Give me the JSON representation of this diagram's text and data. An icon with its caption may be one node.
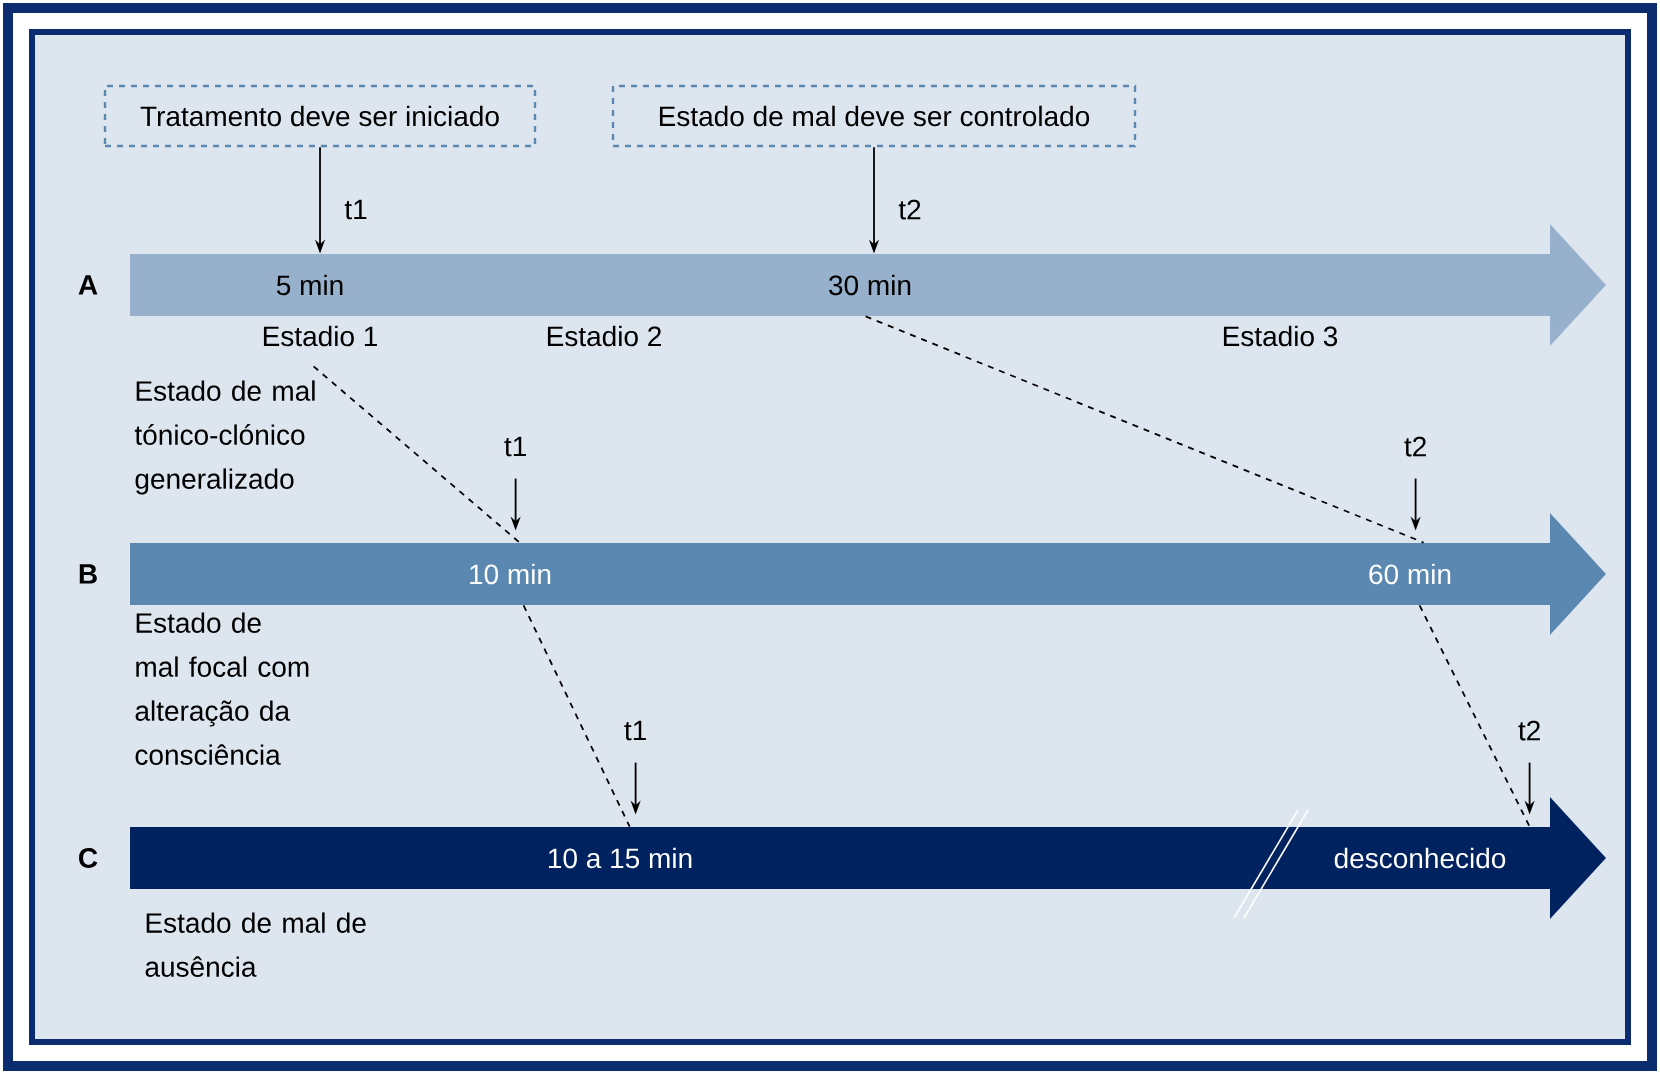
{
  "diagram": {
    "nodes": [
      {
        "text": [
          "Tratamento deve ser iniciado"
        ]
      },
      {
        "text": [
          "Estado de mal deve ser controlado"
        ]
      },
      {
        "text": [
          "5 min",
          "30 min"
        ],
        "beside": [
          "A",
          "Estado de mal tónico-clónico generalizado"
        ]
      },
      {
        "text": [
          "10 min",
          "60 min"
        ],
        "beside": [
          "B",
          "Estado de mal focal com alteração da consciência"
        ]
      },
      {
        "text": [
          "10 a 15 min",
          "desconhecido"
        ],
        "beside": [
          "C",
          "Estado de mal de ausência"
        ]
      }
    ],
    "edges": [
      {
        "from": 0,
        "to": 2,
        "arrow": "to",
        "label": "t1"
      },
      {
        "from": 1,
        "to": 2,
        "arrow": "to",
        "label": "t2"
      },
      {
        "from": 2,
        "to": 3,
        "arrow": "none",
        "style": "dashed"
      },
      {
        "from": 2,
        "to": 3,
        "arrow": "none",
        "style": "dashed"
      },
      {
        "from": 3,
        "to": 4,
        "arrow": "none",
        "style": "dashed"
      },
      {
        "from": 3,
        "to": 4,
        "arrow": "none",
        "style": "dashed"
      },
      {
        "from": null,
        "to": 3,
        "arrow": "to",
        "label": "t1"
      },
      {
        "from": null,
        "to": 3,
        "arrow": "to",
        "label": "t2"
      },
      {
        "from": null,
        "to": 4,
        "arrow": "to",
        "label": "t1"
      },
      {
        "from": null,
        "to": 4,
        "arrow": "to",
        "label": "t2"
      }
    ],
    "labels": [
      "Estadio 1",
      "Estadio 2",
      "Estadio 3"
    ]
  }
}
